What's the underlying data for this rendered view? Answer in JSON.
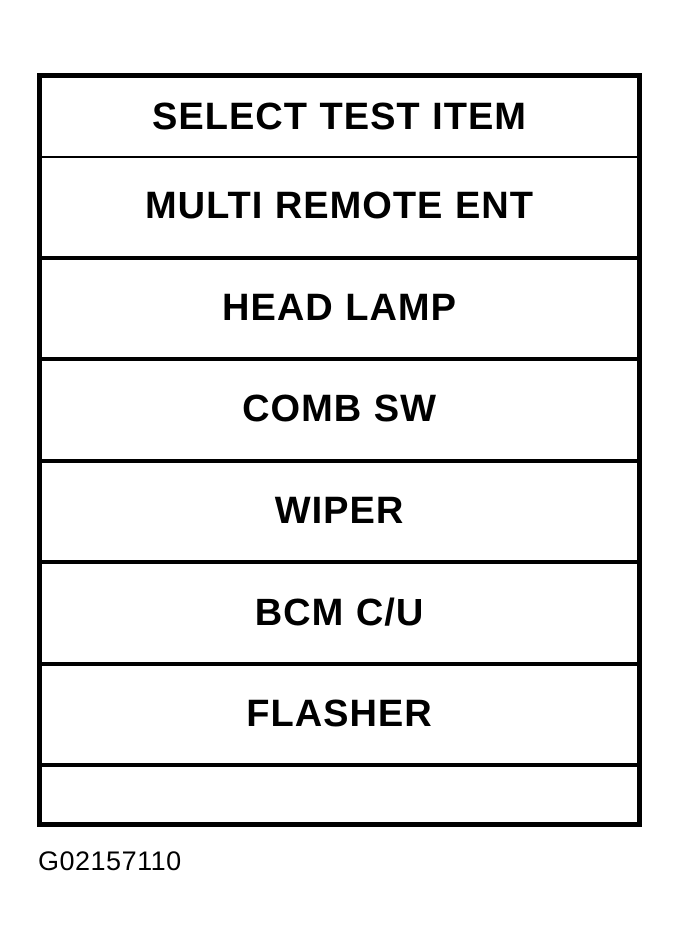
{
  "menu": {
    "header": "SELECT TEST ITEM",
    "items": [
      {
        "label": "MULTI REMOTE ENT"
      },
      {
        "label": "HEAD LAMP"
      },
      {
        "label": "COMB SW"
      },
      {
        "label": "WIPER"
      },
      {
        "label": "BCM C/U"
      },
      {
        "label": "FLASHER"
      },
      {
        "label": ""
      }
    ]
  },
  "figure": {
    "caption": "G02157110"
  },
  "colors": {
    "foreground": "#000000",
    "background": "#ffffff"
  }
}
